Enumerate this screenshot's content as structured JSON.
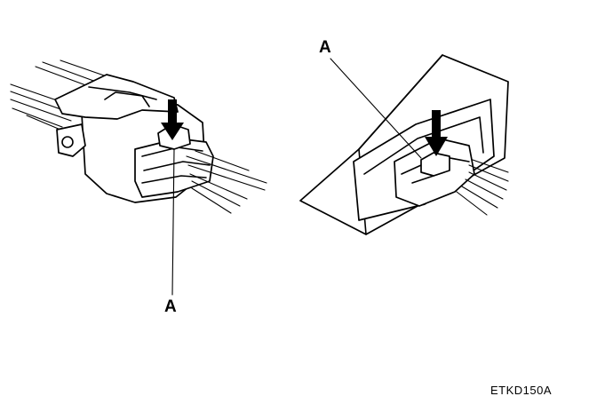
{
  "callouts": {
    "left_connector_label": "A",
    "right_connector_label": "A"
  },
  "figure_code": "ETKD150A",
  "illustration": {
    "left": "wire-harness-connector",
    "right": "connector-plugged-into-component"
  },
  "colors": {
    "ink": "#000000",
    "paper": "#ffffff"
  }
}
